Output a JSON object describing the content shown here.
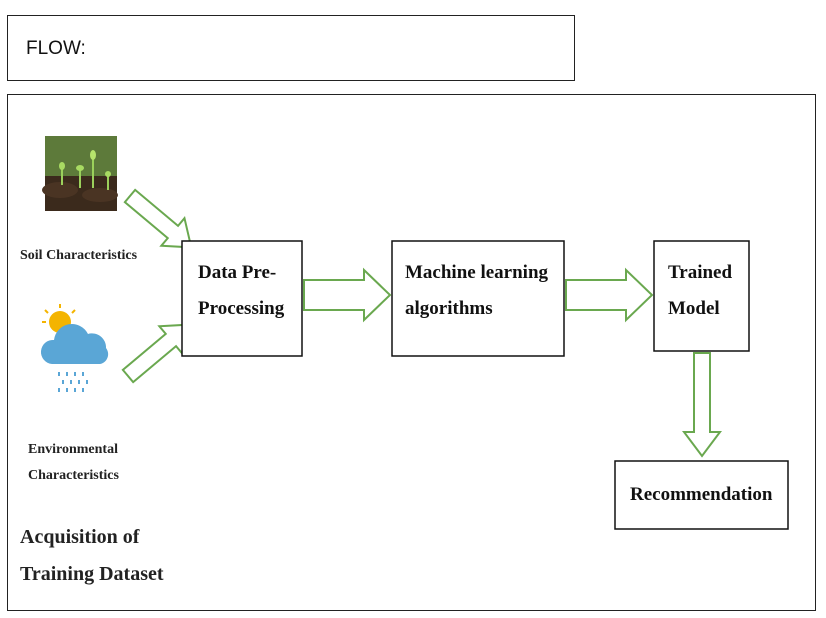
{
  "header": {
    "flow_label": "FLOW:"
  },
  "inputs": {
    "soil_label": "Soil Characteristics",
    "env_label_line1": "Environmental",
    "env_label_line2": "Characteristics",
    "soil_icon": "seedling-photo",
    "env_icon": "sun-cloud-rain-icon"
  },
  "acquisition": {
    "line1": "Acquisition of",
    "line2": "Training Dataset"
  },
  "nodes": {
    "preprocessing": {
      "line1": "Data Pre-",
      "line2": "Processing"
    },
    "ml": {
      "line1": "Machine learning",
      "line2": "algorithms"
    },
    "trained": {
      "line1": "Trained",
      "line2": "Model"
    },
    "recommendation": {
      "label": "Recommendation"
    }
  },
  "colors": {
    "arrow": "#6aa84f",
    "border": "#111111",
    "cloud": "#5aa6d6",
    "sun": "#f4b400"
  }
}
